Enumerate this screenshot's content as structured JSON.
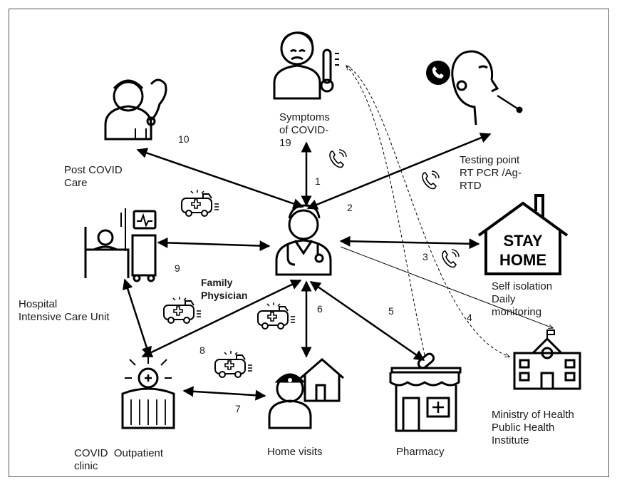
{
  "nodes": {
    "symptoms": "Symptoms\nof COVID-\n19",
    "testing": "Testing point\nRT PCR /Ag-\nRTD",
    "post_covid": "Post COVID\nCare",
    "family_physician": "Family\nPhysician",
    "self_isolation": "Self isolation\nDaily\nmonitoring",
    "hospital_icu": "Hospital\nIntensive Care Unit",
    "ministry": "Ministry of Health\nPublic Health\nInstitute",
    "outpatient": "COVID  Outpatient\nclinic",
    "home_visits": "Home visits",
    "pharmacy": "Pharmacy"
  },
  "edge_numbers": [
    "1",
    "2",
    "3",
    "4",
    "5",
    "6",
    "7",
    "8",
    "9",
    "10"
  ],
  "stay_home_text": [
    "STAY",
    "HOME"
  ],
  "icons": [
    "sick-person-icon",
    "swab-test-icon",
    "viber-icon",
    "nurse-icon",
    "doctor-icon",
    "stay-home-icon",
    "icu-bed-icon",
    "school-building-icon",
    "virus-clinic-icon",
    "doctor-home-visit-icon",
    "pharmacy-icon",
    "ambulance-icon",
    "phone-call-icon"
  ]
}
